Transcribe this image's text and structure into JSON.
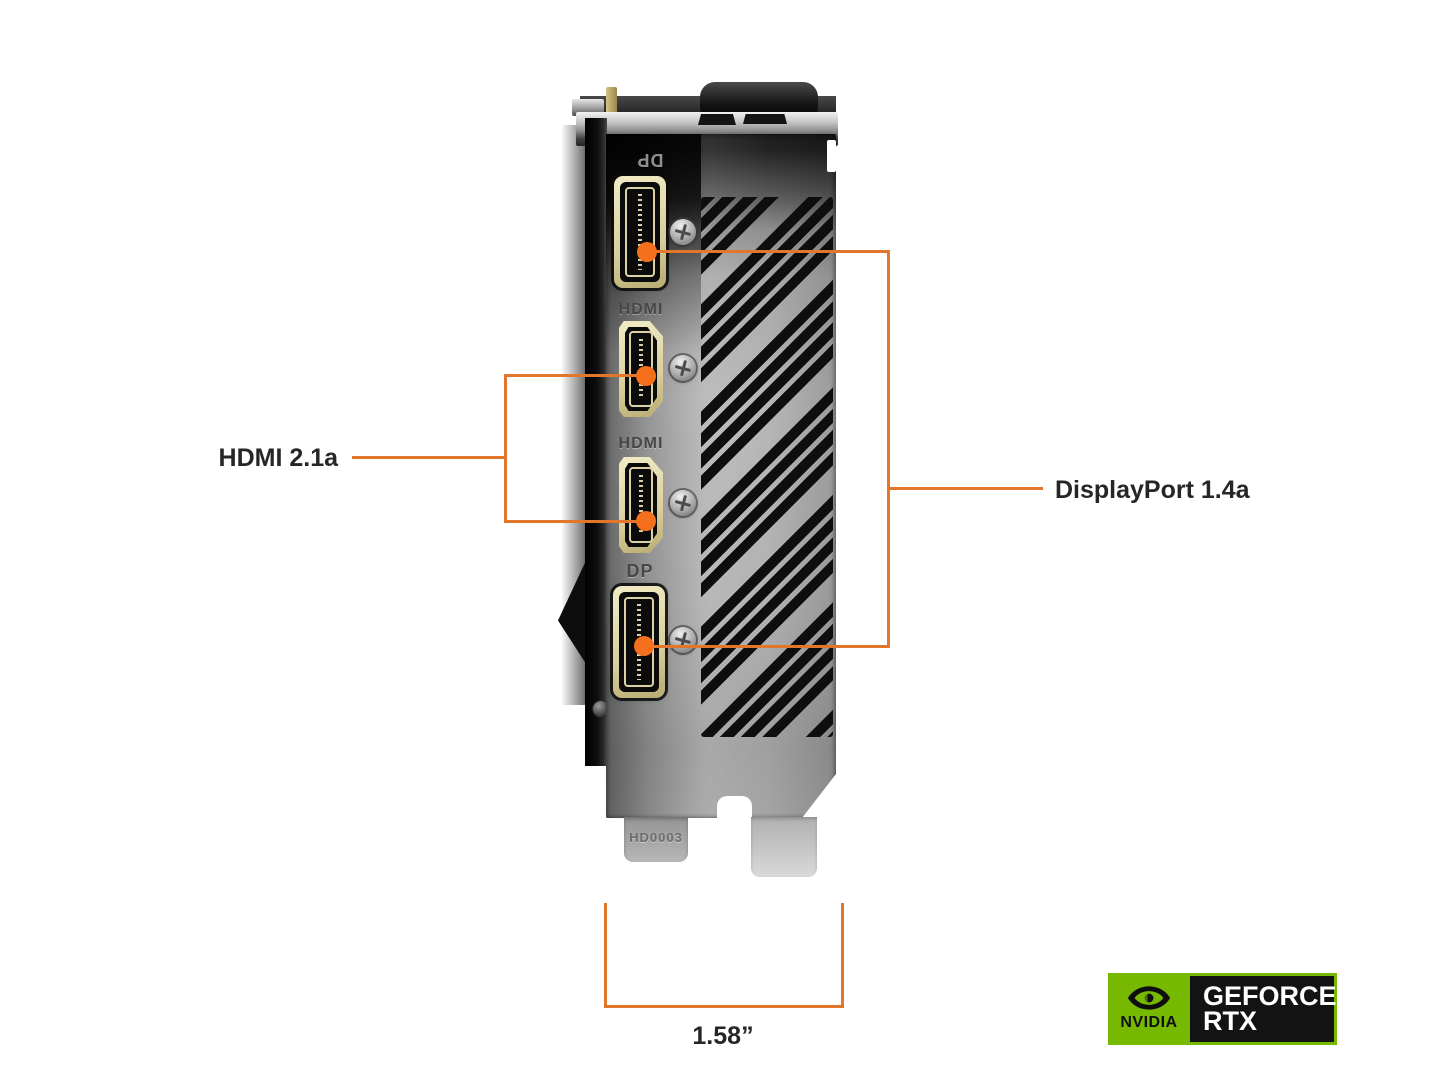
{
  "colors": {
    "accent_orange": "#E2772B",
    "dot_orange": "#F4701D",
    "nvidia_green": "#76B900",
    "label_ink": "#262626"
  },
  "callouts": {
    "hdmi": "HDMI 2.1a",
    "displayport": "DisplayPort 1.4a",
    "dimension": "1.58”"
  },
  "bracket": {
    "port_label_top_dp": "DP",
    "port_label_hdmi1": "HDMI",
    "port_label_hdmi2": "HDMI",
    "port_label_bottom_dp": "DP",
    "stamp": "HD0003"
  },
  "badge": {
    "brand": "NVIDIA",
    "line1": "GEFORCE",
    "line2": "RTX"
  }
}
